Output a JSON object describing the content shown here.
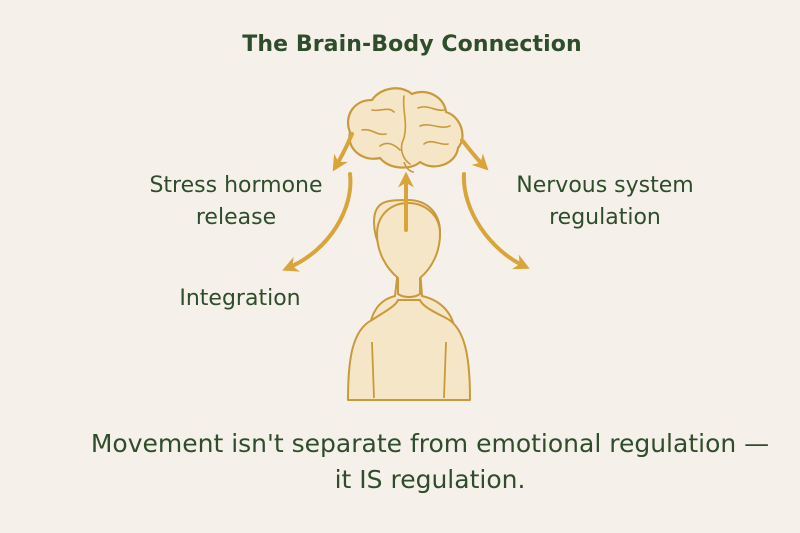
{
  "title": "The Brain-Body Connection",
  "labels": {
    "stress_line1": "Stress hormone",
    "stress_line2": "release",
    "nervous_line1": "Nervous system",
    "nervous_line2": "regulation",
    "integration": "Integration"
  },
  "caption": {
    "line1": "Movement isn't separate from emotional regulation —",
    "line2": "it IS regulation."
  },
  "colors": {
    "background": "#f5f0ea",
    "text": "#2f4d2a",
    "accent": "#d9a53a",
    "figure_fill": "#f6e6c8",
    "figure_stroke": "#c99a3b"
  },
  "icons": {
    "brain": "brain-icon",
    "person": "person-silhouette",
    "arrows": "curved-arrow"
  }
}
